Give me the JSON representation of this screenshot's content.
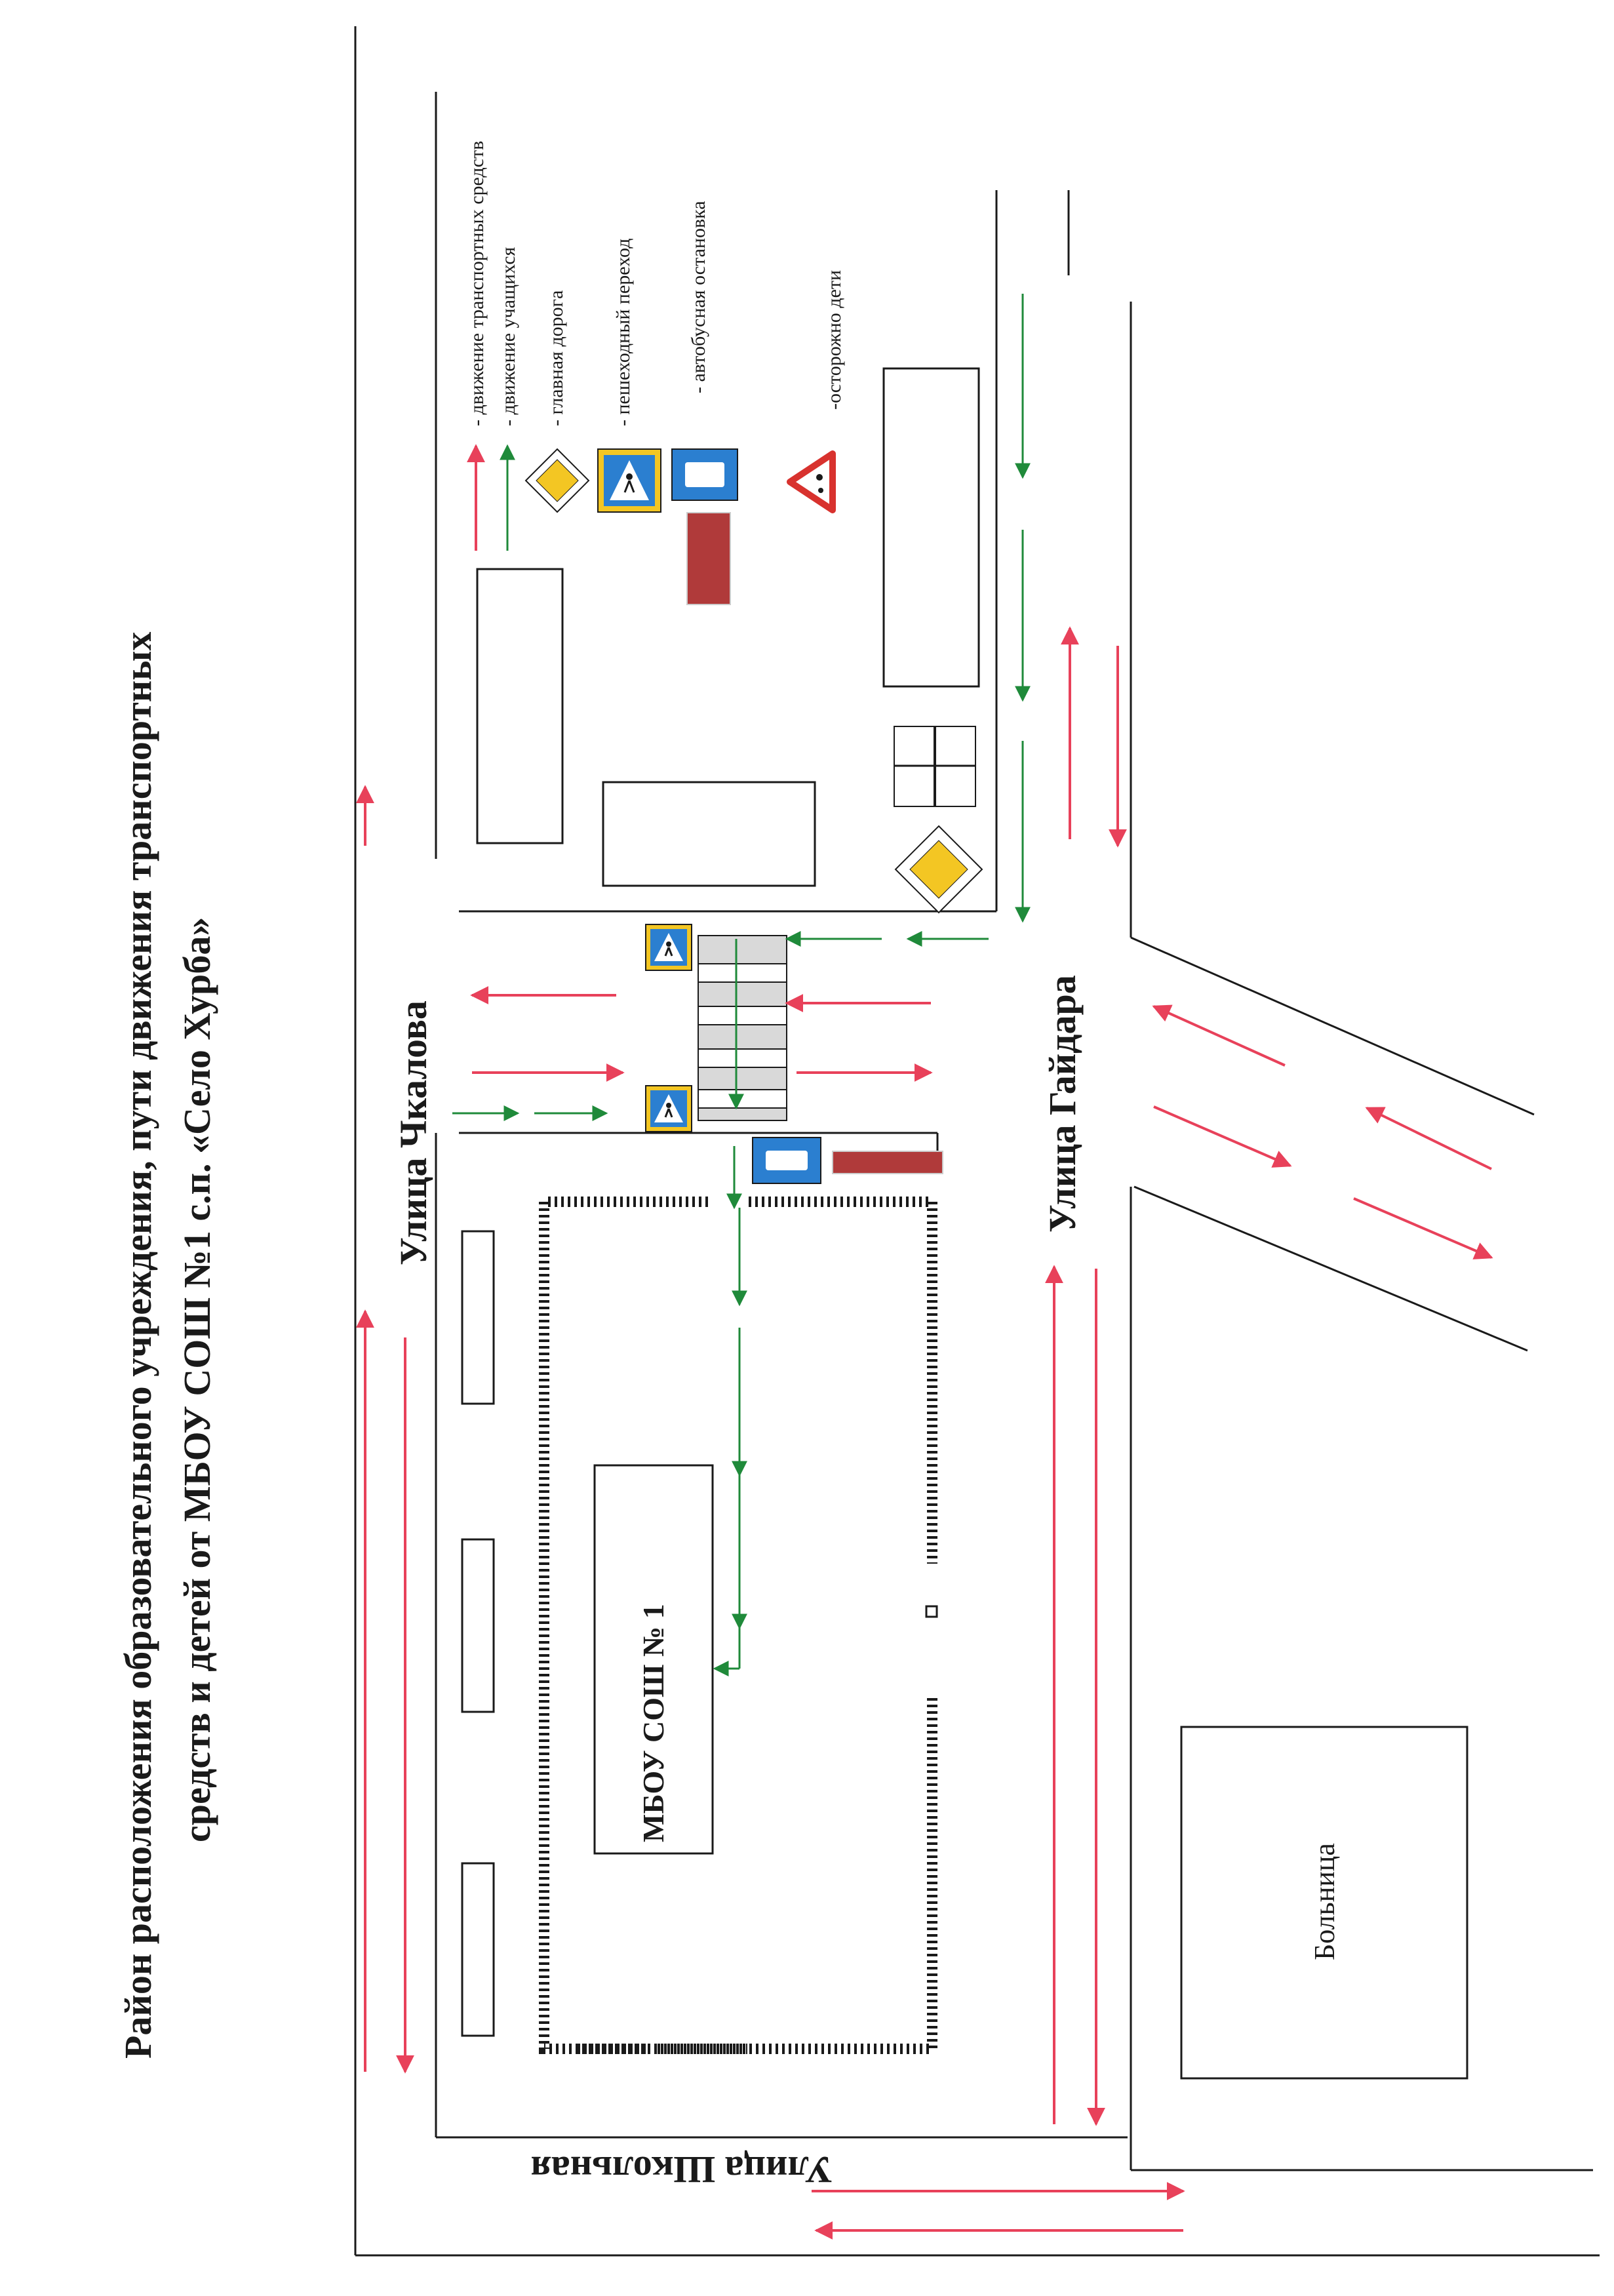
{
  "title": {
    "line1": "Район расположения образовательного учреждения, пути движения транспортных",
    "line2": "средств и детей от МБОУ СОШ №1 с.п.  «Село Хурба»"
  },
  "streets": {
    "chkalova": "Улица Чкалова",
    "gaidara": "Улица Гайдара",
    "shkolnaya": "Улица Школьная"
  },
  "buildings": {
    "school": "МБОУ СОШ № 1",
    "hospital": "Больница"
  },
  "legend": {
    "transport": "- движение транспортных средств",
    "students": "- движение учащихся",
    "main_road": "- главная дорога",
    "crossing": "- пешеходный переход",
    "bus_stop": "- автобусная остановка",
    "children": "-осторожно дети"
  },
  "colors": {
    "transport_arrow": "#e8415a",
    "student_arrow": "#1f8a3a",
    "sign_blue": "#2b7fd0",
    "sign_yellow": "#f3c623",
    "bus_stop_bar": "#b03a3a",
    "warning_red": "#d8322e",
    "line": "#1a1a1a"
  }
}
